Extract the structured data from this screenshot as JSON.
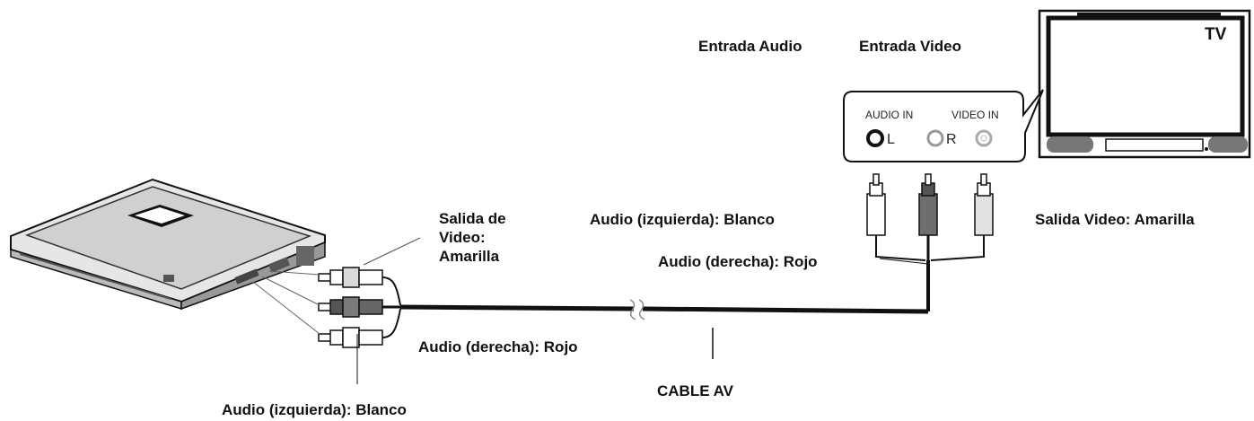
{
  "labels": {
    "entrada_audio": "Entrada Audio",
    "entrada_video": "Entrada Video",
    "tv": "TV",
    "audio_in": "AUDIO IN",
    "video_in": "VIDEO IN",
    "ch_l": "L",
    "ch_r": "R",
    "salida_de_video": [
      "Salida de",
      "Video:",
      "Amarilla"
    ],
    "audio_izq_blanco_top": "Audio (izquierda): Blanco",
    "audio_der_rojo_top": "Audio (derecha): Rojo",
    "salida_video_amarilla": "Salida Video: Amarilla",
    "audio_der_rojo_bottom": "Audio (derecha): Rojo",
    "cable_av": "CABLE AV",
    "audio_izq_blanco_bottom": "Audio (izquierda): Blanco"
  },
  "colors": {
    "ink": "#111111",
    "white_plug": "#ffffff",
    "red_plug": "#7a7a7a",
    "yellow_plug": "#d9d9d9"
  }
}
